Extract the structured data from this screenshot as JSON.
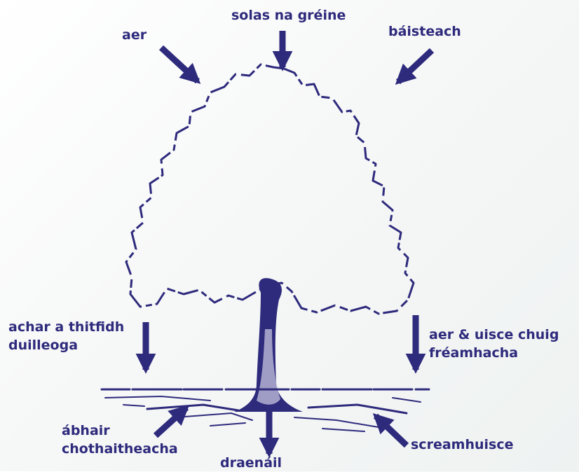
{
  "colors": {
    "ink": "#2e2a7c",
    "background": "#f6f7f7"
  },
  "labels": {
    "aer": "aer",
    "sunlight": "solas na gréine",
    "rain": "báisteach",
    "leaf_drop": "achar a thitfidh\nduilleoga",
    "air_water_roots": "aer & uisce chuig\nfréamhacha",
    "nutrients": "ábhair\nchothaitheacha",
    "drainage": "draenáil",
    "groundwater": "screamhuisce"
  }
}
